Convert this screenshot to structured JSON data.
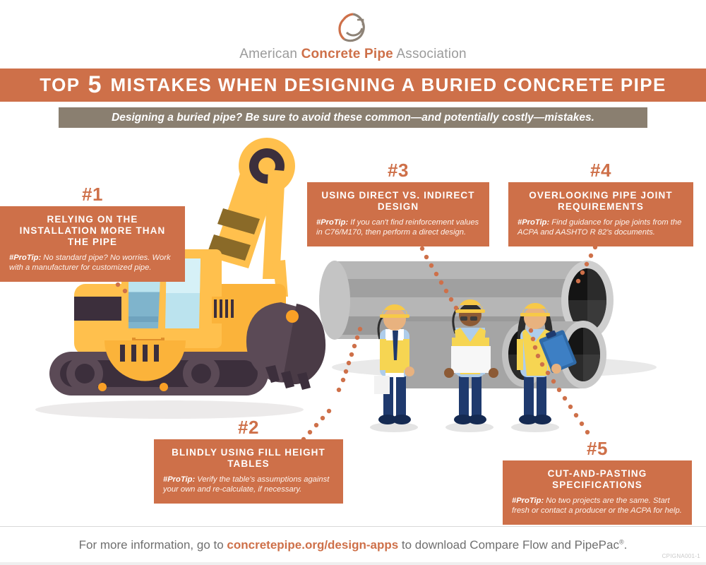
{
  "logo": {
    "icon": "acpa-circle-logo",
    "text_part1": "American ",
    "text_bold": "Concrete Pipe",
    "text_part2": " Association"
  },
  "header": {
    "title_before": "Top ",
    "title_number": "5",
    "title_after": " Mistakes When Designing a Buried Concrete Pipe",
    "subtitle": "Designing a buried pipe? Be sure to avoid these common—and potentially costly—mistakes."
  },
  "colors": {
    "brand_orange": "#CE7049",
    "subtitle_taupe": "#8A7F70",
    "footer_gray": "#6F6F6F",
    "equipment_yellow": "#F9B233",
    "pipe_gray": "#A8A8A8",
    "vest_yellow": "#FFD23F",
    "trousers_navy": "#1F3A6E"
  },
  "callouts": [
    {
      "number": "#1",
      "heading": "Relying on the installation more than the pipe",
      "tip_label": "#ProTip:",
      "tip_text": " No standard pipe? No worries. Work with a manufacturer for customized pipe."
    },
    {
      "number": "#2",
      "heading": "Blindly using fill height tables",
      "tip_label": "#ProTip:",
      "tip_text": " Verify the table's assumptions against your own and re-calculate, if necessary."
    },
    {
      "number": "#3",
      "heading": "Using direct vs. indirect design",
      "tip_label": "#ProTip:",
      "tip_text": " If you can't find reinforcement values in C76/M170, then perform a direct design."
    },
    {
      "number": "#4",
      "heading": "Overlooking pipe joint requirements",
      "tip_label": "#ProTip:",
      "tip_text": " Find guidance for pipe joints from the ACPA and AASHTO R 82's documents."
    },
    {
      "number": "#5",
      "heading": "Cut-and-pasting specifications",
      "tip_label": "#ProTip:",
      "tip_text": " No two projects are the same. Start fresh or contact a producer or the ACPA for help."
    }
  ],
  "footer": {
    "text_before": "For more information, go to ",
    "link": "concretepipe.org/design-apps",
    "text_after": " to download Compare Flow and PipePac",
    "registered": "®",
    "period": ".",
    "doc_code": "CPIGNA001-1"
  }
}
